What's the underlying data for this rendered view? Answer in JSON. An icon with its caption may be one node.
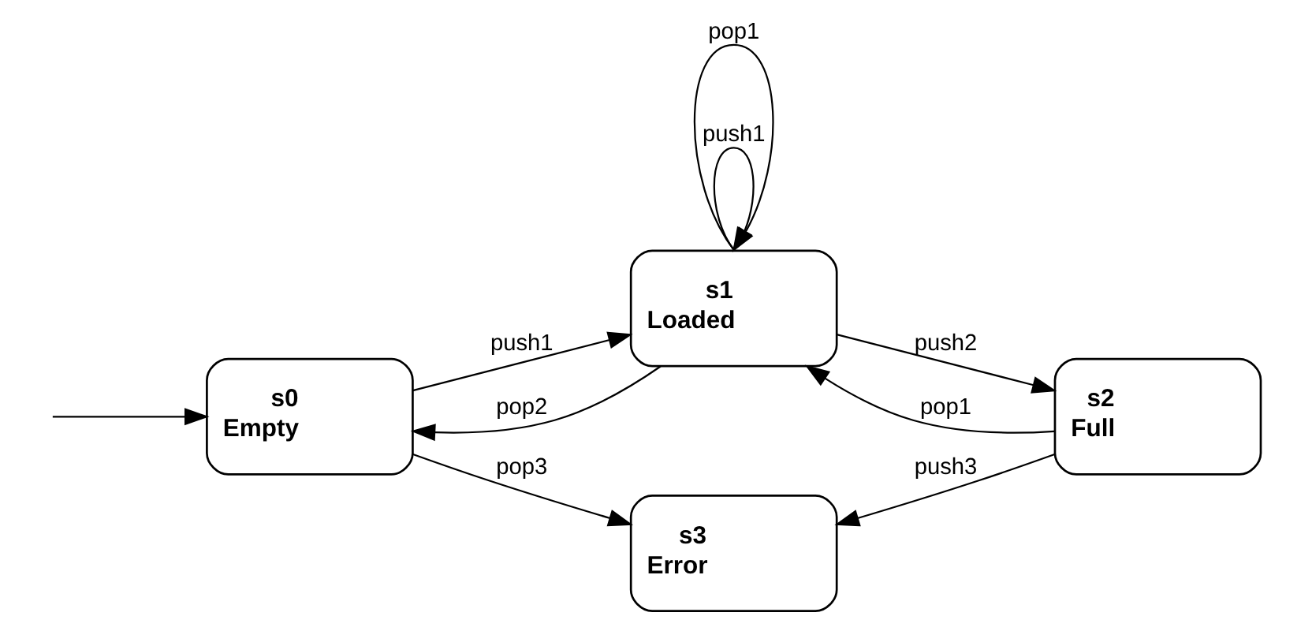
{
  "diagram": {
    "nodes": [
      {
        "text": [
          "s0",
          "Empty"
        ]
      },
      {
        "text": [
          "s1",
          "Loaded"
        ]
      },
      {
        "text": [
          "s2",
          "Full"
        ]
      },
      {
        "text": [
          "s3",
          "Error"
        ]
      }
    ],
    "edges": [
      {
        "from": null,
        "to": 0,
        "arrow": "to"
      },
      {
        "from": 1,
        "to": 1,
        "arrow": "to",
        "label": "push1"
      },
      {
        "from": 1,
        "to": 1,
        "arrow": "to",
        "label": "pop1"
      },
      {
        "from": 0,
        "to": 1,
        "arrow": "to",
        "label": "push1"
      },
      {
        "from": 1,
        "to": 0,
        "arrow": "to",
        "label": "pop2"
      },
      {
        "from": 1,
        "to": 2,
        "arrow": "to",
        "label": "push2"
      },
      {
        "from": 2,
        "to": 1,
        "arrow": "to",
        "label": "pop1"
      },
      {
        "from": 0,
        "to": 3,
        "arrow": "to",
        "label": "pop3"
      },
      {
        "from": 2,
        "to": 3,
        "arrow": "to",
        "label": "push3"
      }
    ]
  }
}
